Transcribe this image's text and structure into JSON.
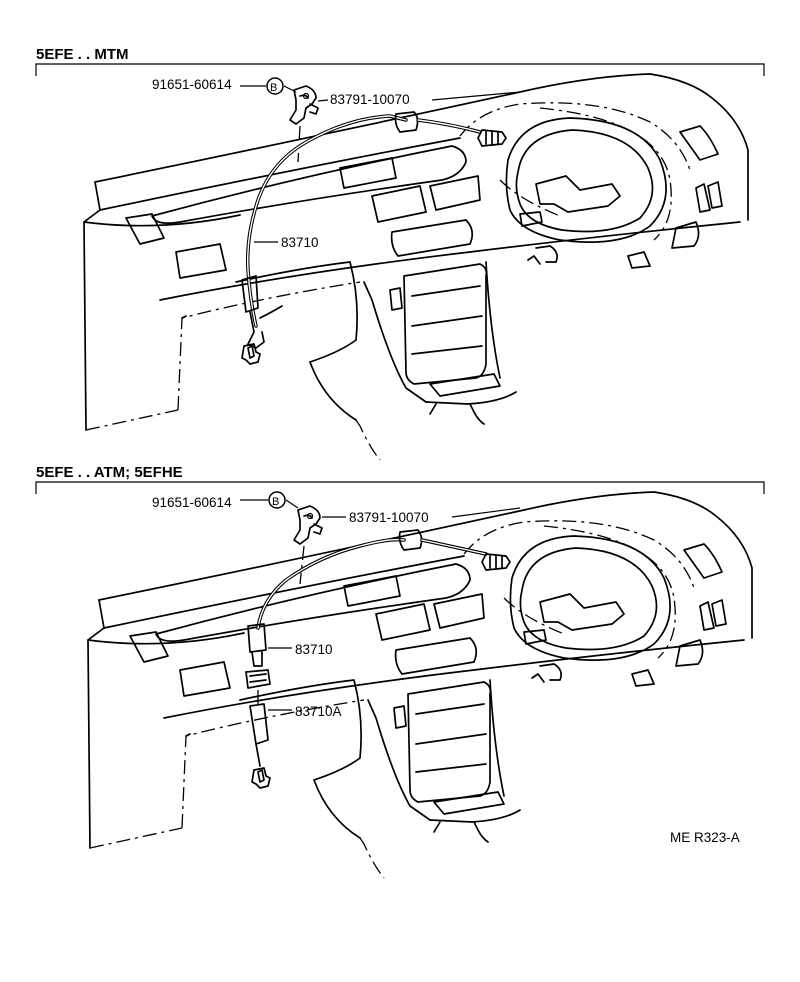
{
  "sections": [
    {
      "heading": "5EFE . . MTM",
      "parts": {
        "bolt": "91651-60614",
        "bolt_symbol": "B",
        "clamp": "83791-10070",
        "cable": "83710"
      }
    },
    {
      "heading": "5EFE . . ATM; 5EFHE",
      "parts": {
        "bolt": "91651-60614",
        "bolt_symbol": "B",
        "clamp": "83791-10070",
        "cable": "83710",
        "cable_sub": "83710A"
      }
    }
  ],
  "footer_code": "ME R323-A"
}
